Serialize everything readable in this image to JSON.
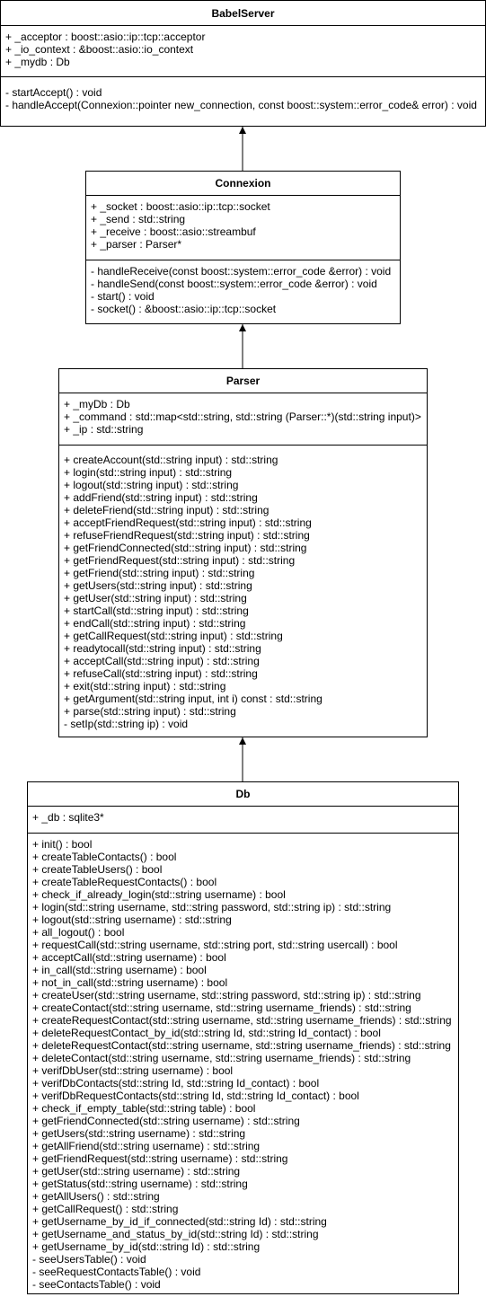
{
  "classes": {
    "babelserver": {
      "name": "BabelServer",
      "attributes": [
        "+ _acceptor : boost::asio::ip::tcp::acceptor",
        "+ _io_context : &boost::asio::io_context",
        "+ _mydb : Db"
      ],
      "methods": [
        "- startAccept() : void",
        "- handleAccept(Connexion::pointer new_connection, const boost::system::error_code& error) : void"
      ]
    },
    "connexion": {
      "name": "Connexion",
      "attributes": [
        "+ _socket : boost::asio::ip::tcp::socket",
        "+ _send : std::string",
        "+ _receive : boost::asio::streambuf",
        "+ _parser : Parser*"
      ],
      "methods": [
        "- handleReceive(const boost::system::error_code &error) : void",
        "- handleSend(const boost::system::error_code &error) : void",
        "- start() : void",
        "- socket() : &boost::asio::ip::tcp::socket"
      ]
    },
    "parser": {
      "name": "Parser",
      "attributes": [
        "+ _myDb : Db",
        "+ _command : std::map<std::string, std::string (Parser::*)(std::string input)>",
        "+ _ip : std::string"
      ],
      "methods": [
        "+ createAccount(std::string input) : std::string",
        "+ login(std::string input) : std::string",
        "+ logout(std::string input) : std::string",
        "+ addFriend(std::string input) : std::string",
        "+ deleteFriend(std::string input) : std::string",
        "+ acceptFriendRequest(std::string input) : std::string",
        "+ refuseFriendRequest(std::string input) : std::string",
        "+ getFriendConnected(std::string input) : std::string",
        "+ getFriendRequest(std::string input) : std::string",
        "+ getFriend(std::string input) : std::string",
        "+ getUsers(std::string input) : std::string",
        "+ getUser(std::string input) : std::string",
        "+ startCall(std::string input) : std::string",
        "+ endCall(std::string input) : std::string",
        "+ getCallRequest(std::string input) : std::string",
        "+ readytocall(std::string input) : std::string",
        "+ acceptCall(std::string input) : std::string",
        "+ refuseCall(std::string input) : std::string",
        "+ exit(std::string input) : std::string",
        "+ getArgument(std::string input, int i) const : std::string",
        "+ parse(std::string input) : std::string",
        "- setIp(std::string ip) : void"
      ]
    },
    "db": {
      "name": "Db",
      "attributes": [
        "+ _db : sqlite3*"
      ],
      "methods": [
        "+ init() : bool",
        "+ createTableContacts() : bool",
        "+ createTableUsers() : bool",
        "+ createTableRequestContacts() : bool",
        "+ check_if_already_login(std::string username) : bool",
        "+ login(std::string username, std::string password, std::string ip) : std::string",
        "+ logout(std::string username) : std::string",
        "+ all_logout() : bool",
        "+ requestCall(std::string username, std::string port, std::string usercall) : bool",
        "+ acceptCall(std::string username) : bool",
        "+ in_call(std::string username) : bool",
        "+ not_in_call(std::string username) : bool",
        "+ createUser(std::string username, std::string password, std::string ip) : std::string",
        "+ createContact(std::string username, std::string username_friends) : std::string",
        "+ createRequestContact(std::string username, std::string username_friends) : std::string",
        "+ deleteRequestContact_by_id(std::string Id, std::string Id_contact) : bool",
        "+ deleteRequestContact(std::string username, std::string username_friends) : std::string",
        "+ deleteContact(std::string username, std::string username_friends) : std::string",
        "+ verifDbUser(std::string username) : bool",
        "+ verifDbContacts(std::string Id, std::string Id_contact) : bool",
        "+ verifDbRequestContacts(std::string Id, std::string Id_contact) : bool",
        "+ check_if_empty_table(std::string table) : bool",
        "+ getFriendConnected(std::string username) : std::string",
        "+ getUsers(std::string username) : std::string",
        "+ getAllFriend(std::string username) : std::string",
        "+ getFriendRequest(std::string username) : std::string",
        "+ getUser(std::string username) : std::string",
        "+ getStatus(std::string username) : std::string",
        "+ getAllUsers() : std::string",
        "+ getCallRequest() : std::string",
        "+ getUsername_by_id_if_connected(std::string Id) : std::string",
        "+ getUsername_and_status_by_id(std::string Id) : std::string",
        "+ getUsername_by_id(std::string Id) : std::string",
        "- seeUsersTable() : void",
        "- seeRequestContactsTable() : void",
        "- seeContactsTable() : void"
      ]
    }
  }
}
